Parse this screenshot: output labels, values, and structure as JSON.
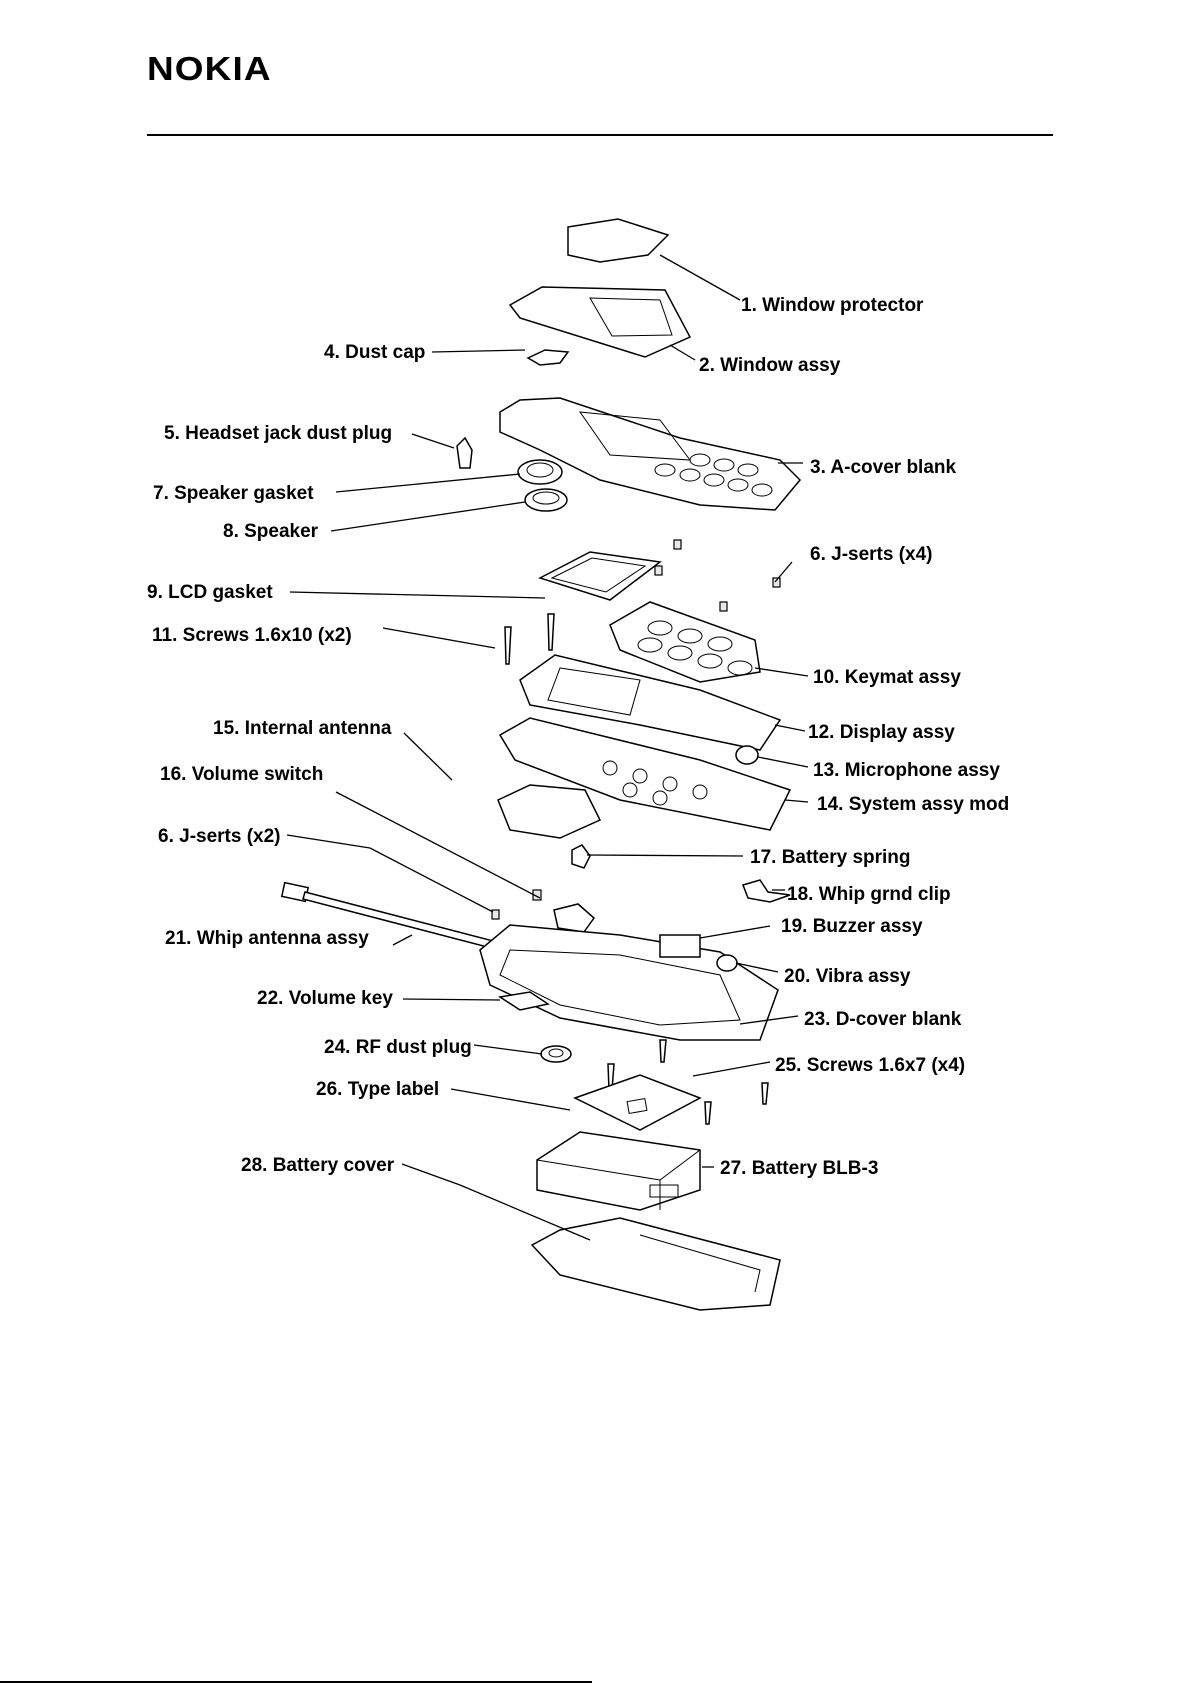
{
  "header": {
    "logo_text": "NOKIA"
  },
  "labels": [
    "1. Window protector",
    "2. Window assy",
    "3. A-cover blank",
    "4. Dust cap",
    "5. Headset jack dust plug",
    "6. J-serts (x4)",
    "7. Speaker gasket",
    "8. Speaker",
    "9. LCD gasket",
    "10. Keymat assy",
    "11. Screws 1.6x10 (x2)",
    "12. Display assy",
    "13. Microphone assy",
    "14. System assy mod",
    "15. Internal antenna",
    "16. Volume switch",
    "6. J-serts (x2)",
    "17. Battery spring",
    "18. Whip grnd clip",
    "19. Buzzer assy",
    "20. Vibra assy",
    "21. Whip antenna assy",
    "22. Volume key",
    "23. D-cover blank",
    "24. RF dust plug",
    "25. Screws 1.6x7 (x4)",
    "26. Type label",
    "27. Battery BLB-3",
    "28. Battery cover"
  ]
}
